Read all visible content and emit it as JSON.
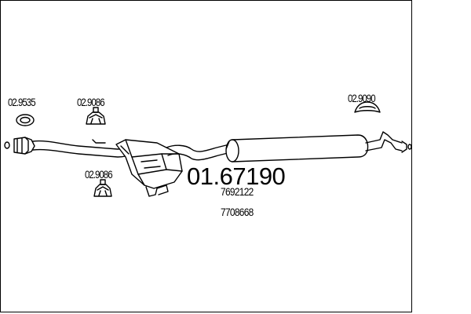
{
  "diagram": {
    "main_part_number": "01.67190",
    "reference_numbers": [
      "7692122",
      "7708668"
    ],
    "components": [
      {
        "part_number": "02.9535",
        "shape": "ring-gasket-icon"
      },
      {
        "part_number": "02.9086",
        "shape": "rubber-mount-icon"
      },
      {
        "part_number": "02.9086",
        "shape": "rubber-mount-icon"
      },
      {
        "part_number": "02.9090",
        "shape": "rubber-hanger-icon"
      }
    ]
  }
}
